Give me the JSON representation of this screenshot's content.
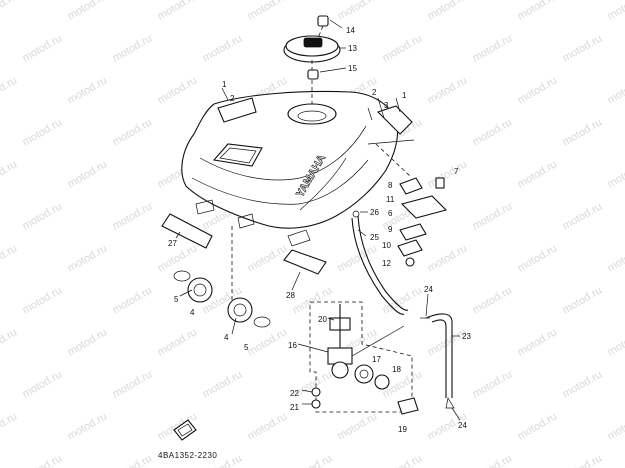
{
  "watermark": {
    "text": "motod.ru"
  },
  "diagram": {
    "code": "4BA1352-2230",
    "brand": "YAMAHA",
    "callouts": [
      "1",
      "2",
      "3",
      "4",
      "5",
      "6",
      "7",
      "8",
      "9",
      "10",
      "11",
      "12",
      "13",
      "14",
      "15",
      "16",
      "17",
      "18",
      "19",
      "20",
      "21",
      "22",
      "23",
      "24",
      "25",
      "26",
      "27",
      "28"
    ]
  }
}
